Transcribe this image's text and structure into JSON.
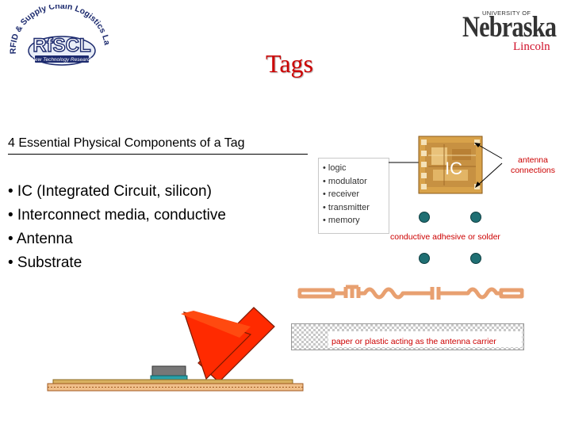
{
  "logo_lab": {
    "top_text": "RFID & Supply Chain Logistics Lab",
    "name": "RfSCL",
    "tagline": "New Technology Research"
  },
  "logo_university": {
    "small_text": "UNIVERSITY OF",
    "name": "Nebraska",
    "city": "Lincoln"
  },
  "slide": {
    "title": "Tags",
    "heading": "4 Essential Physical Components of a Tag",
    "bullets": [
      "• IC (Integrated Circuit, silicon)",
      "• Interconnect media, conductive",
      "• Antenna",
      "• Substrate"
    ]
  },
  "diagram": {
    "ic_functions": [
      "• logic",
      "• modulator",
      "• receiver",
      "• transmitter",
      "• memory"
    ],
    "ic_label": "IC",
    "antenna_label_line1": "antenna",
    "antenna_label_line2": "connections",
    "adhesive_label": "conductive adhesive or solder",
    "substrate_label": "paper or plastic acting as the antenna carrier"
  },
  "colors": {
    "title_red": "#cc0000",
    "arrow_red": "#ff2a00",
    "lab_logo_navy": "#1c2a6e",
    "nebraska_red": "#d0102a",
    "chip_gold": "#d8a24a",
    "adhesive_teal": "#1f6f73",
    "substrate_orange": "#f0bf8a"
  }
}
